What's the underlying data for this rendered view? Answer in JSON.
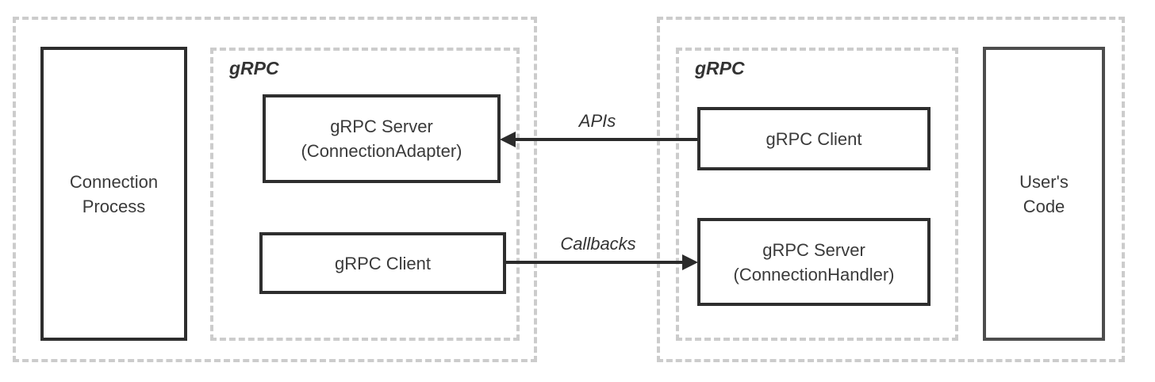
{
  "left_group": {
    "grpc_label": "gRPC",
    "process_box_label": "Connection\nProcess",
    "server_box_label": "gRPC Server\n(ConnectionAdapter)",
    "client_box_label": "gRPC Client"
  },
  "right_group": {
    "grpc_label": "gRPC",
    "client_box_label": "gRPC Client",
    "server_box_label": "gRPC Server\n(ConnectionHandler)",
    "user_code_box_label": "User's\nCode"
  },
  "arrows": {
    "apis": {
      "label": "APIs",
      "direction": "left"
    },
    "callbacks": {
      "label": "Callbacks",
      "direction": "right"
    }
  },
  "colors": {
    "dashed_border": "#cccccc",
    "solid_border": "#2e2e2e",
    "user_code_border": "#4d4d4d",
    "arrow": "#2b2b2b",
    "text": "#3a3a3a"
  }
}
